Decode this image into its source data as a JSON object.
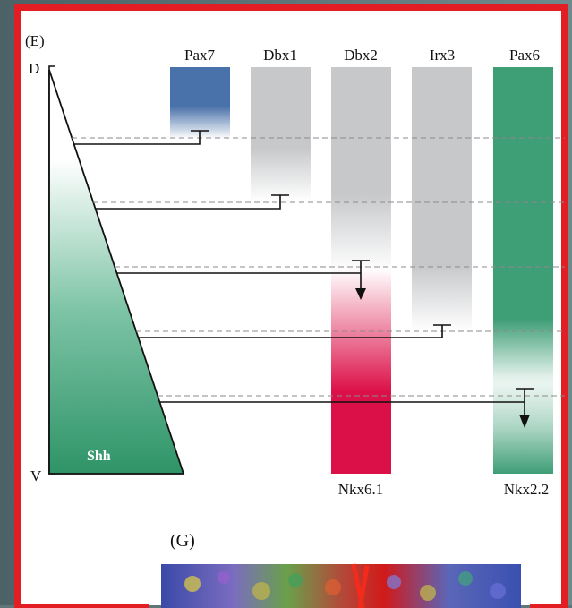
{
  "figure": {
    "panel_e_label": "(E)",
    "panel_g_label": "(G)",
    "axis_top": "D",
    "axis_bottom": "V",
    "gradient_label": "Shh",
    "columns": [
      "Pax7",
      "Dbx1",
      "Dbx2",
      "Irx3",
      "Pax6"
    ],
    "bottom_labels": [
      "Nkx6.1",
      "Nkx2.2"
    ]
  },
  "colors": {
    "frame_red": "#e21d24",
    "pax7_blue": "#4a72aa",
    "repressed_gray": "#c6c8ca",
    "nkx61_pink": "#dc1048",
    "shh_pax6_green": "#3e9e76"
  }
}
